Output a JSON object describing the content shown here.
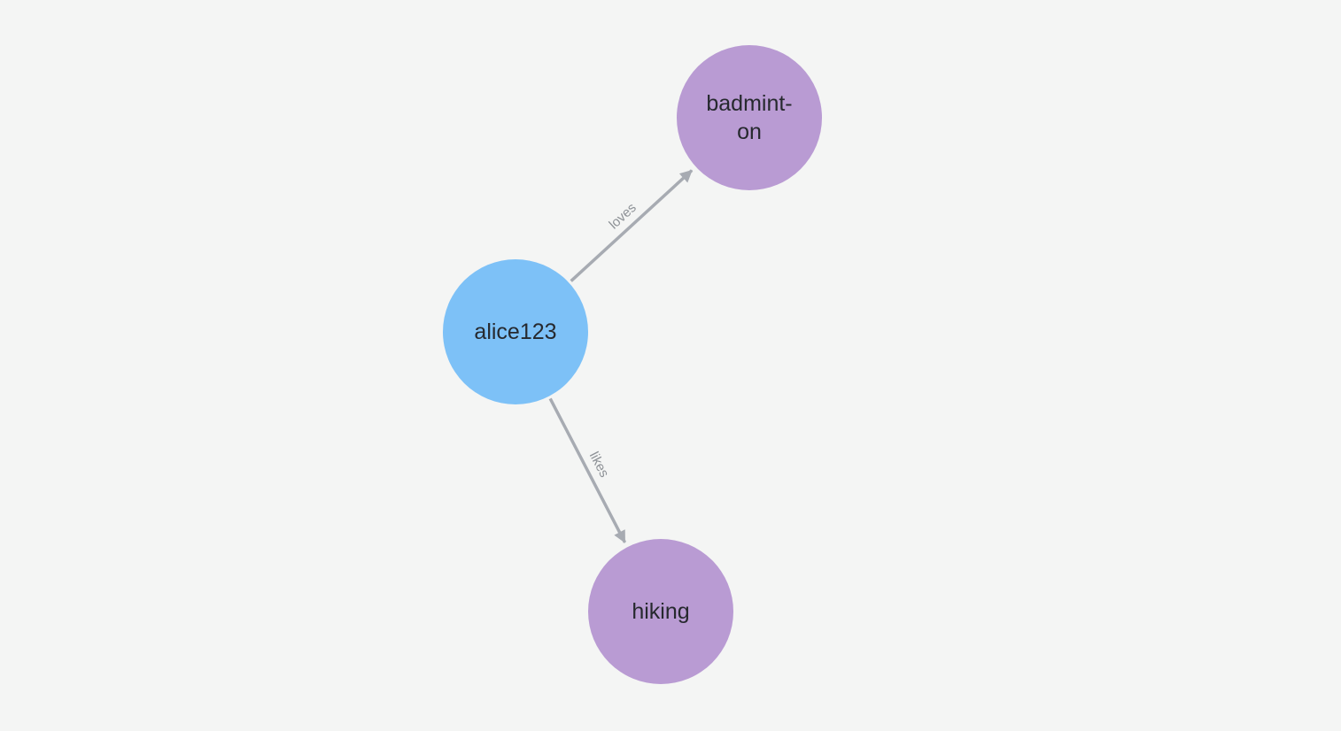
{
  "canvas": {
    "background_color": "#f4f5f4"
  },
  "graph": {
    "nodes": [
      {
        "caption": "alice123",
        "caption_lines": [
          "alice123"
        ],
        "color": "#7dc1f7"
      },
      {
        "caption": "badminton",
        "caption_lines": [
          "badmint-",
          "on"
        ],
        "color": "#b99bd3"
      },
      {
        "caption": "hiking",
        "caption_lines": [
          "hiking"
        ],
        "color": "#b99bd3"
      }
    ],
    "edges": [
      {
        "label": "loves",
        "from": 0,
        "to": 1
      },
      {
        "label": "likes",
        "from": 0,
        "to": 2
      }
    ],
    "colors": {
      "edge": "#a7abb2",
      "edge_label": "#8d9196",
      "node_text": "#26292e"
    }
  }
}
